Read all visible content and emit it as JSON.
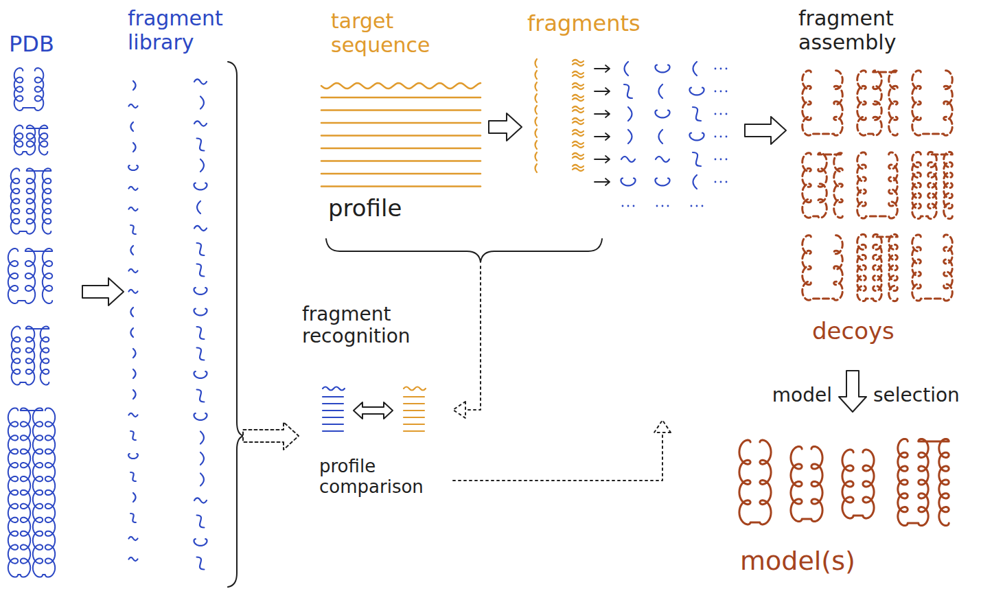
{
  "diagram": {
    "nodes": [
      {
        "text": [
          "PDB"
        ]
      },
      {
        "text": [
          "fragment library"
        ]
      },
      {
        "text": [
          "target sequence",
          "profile"
        ]
      },
      {
        "text": [
          "fragments"
        ]
      },
      {
        "text": [
          "fragment assembly",
          "decoys"
        ]
      },
      {
        "text": [
          "model(s)"
        ]
      },
      {
        "text": [
          "fragment recognition",
          "profile comparison"
        ]
      }
    ],
    "edges": [
      {
        "from": 0,
        "to": 1,
        "arrow": "to"
      },
      {
        "from": 2,
        "to": 3,
        "arrow": "to"
      },
      {
        "from": 3,
        "to": 4,
        "arrow": "to"
      },
      {
        "from": 4,
        "to": 5,
        "arrow": "to"
      },
      {
        "from": 1,
        "to": 6,
        "arrow": "to"
      },
      {
        "from": 2,
        "to": 6,
        "arrow": "to"
      },
      {
        "from": 6,
        "to": 3,
        "arrow": "to"
      }
    ],
    "labels": [
      "model",
      "selection"
    ]
  }
}
